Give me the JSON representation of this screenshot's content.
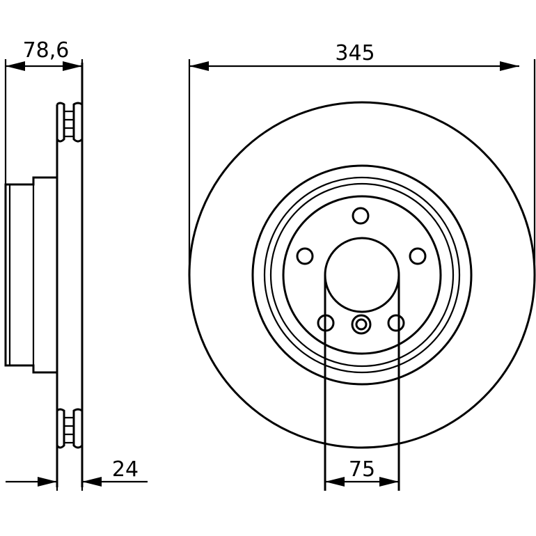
{
  "dimensions": {
    "overall_height": "78,6",
    "outer_diameter": "345",
    "thickness": "24",
    "center_bore": "75"
  },
  "colors": {
    "line": "#000000",
    "background": "#ffffff"
  }
}
